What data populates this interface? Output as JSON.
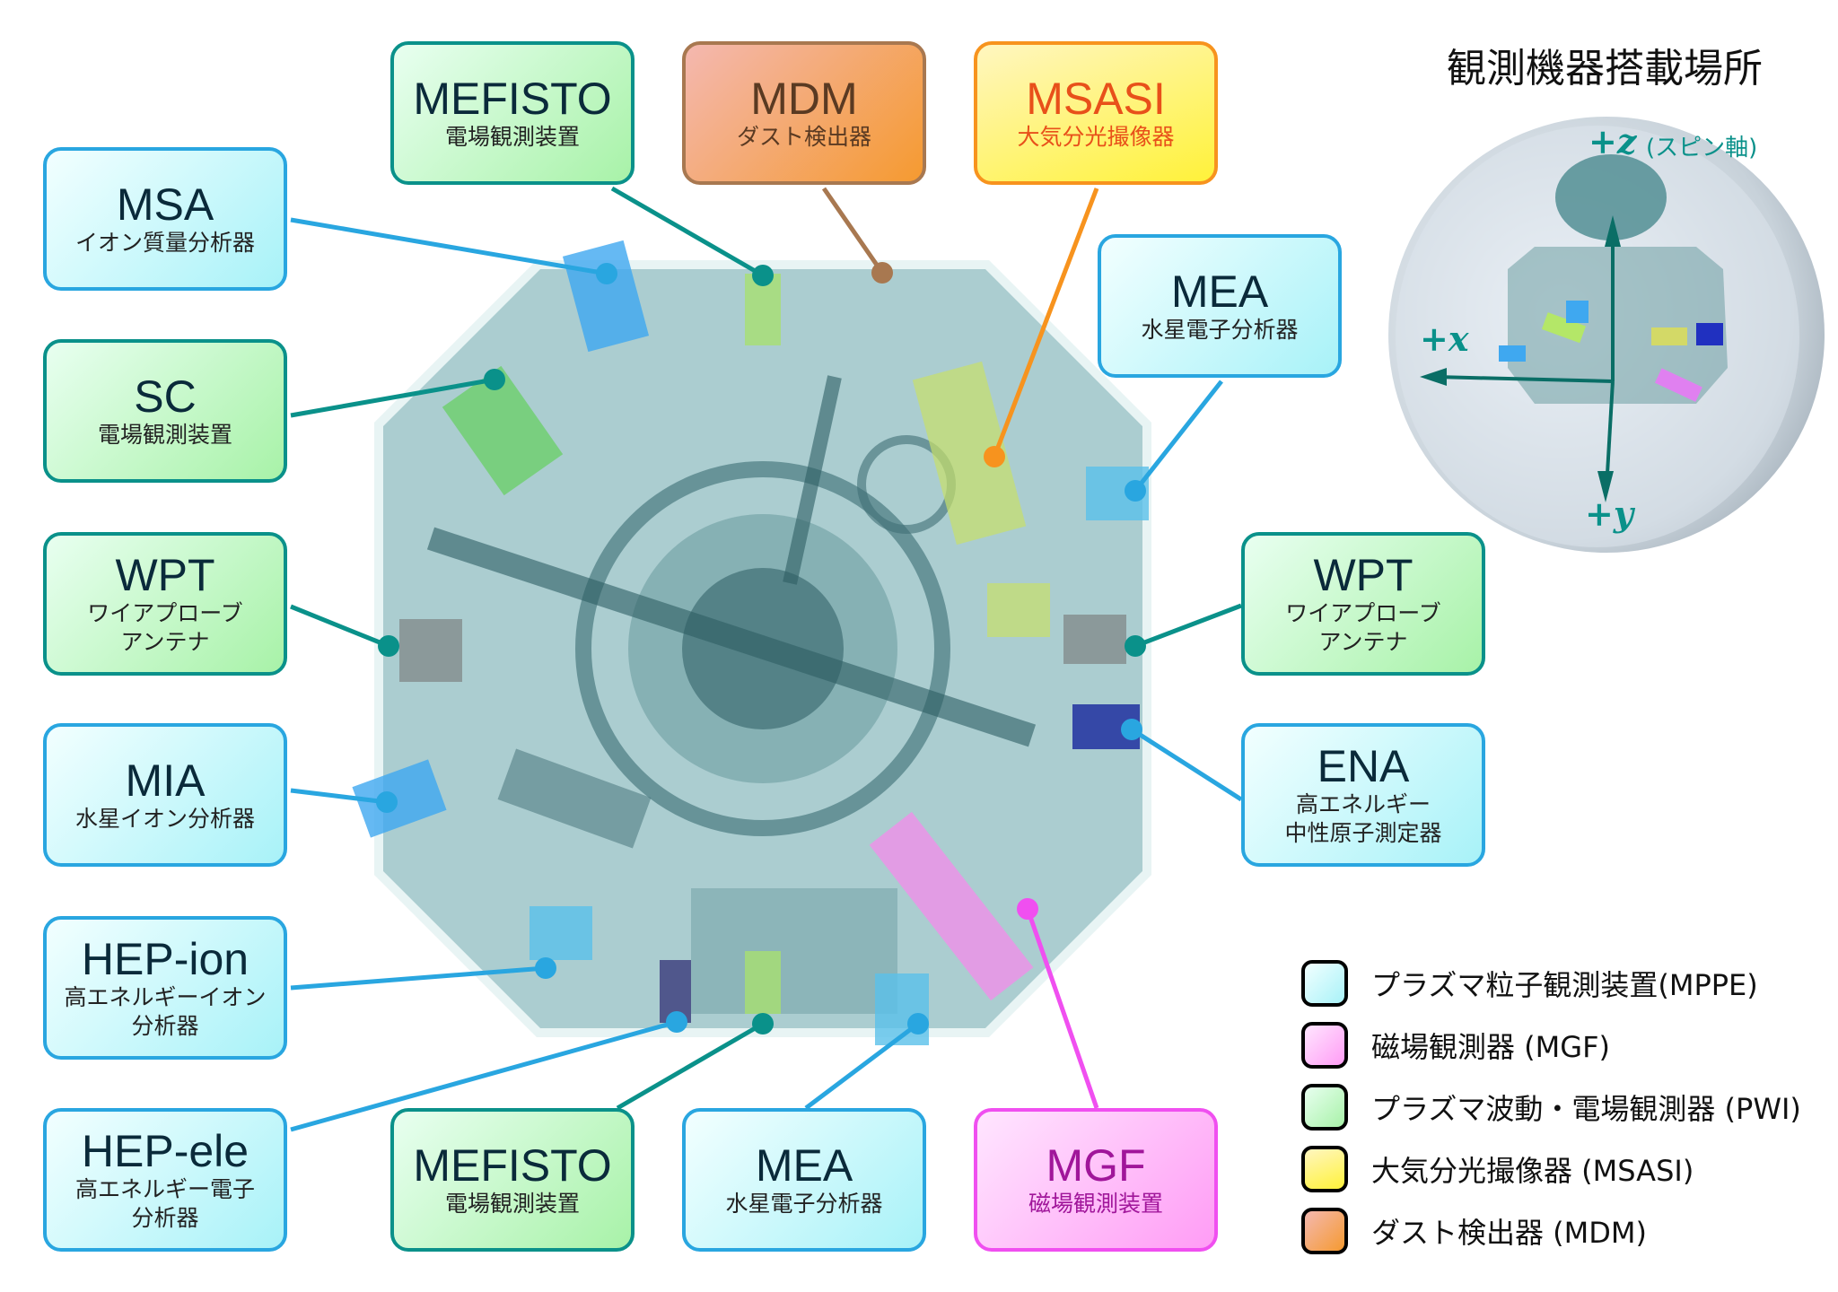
{
  "title": "観測機器搭載場所",
  "instruments": {
    "msa": {
      "name": "MSA",
      "desc": "イオン質量分析器"
    },
    "sc": {
      "name": "SC",
      "desc": "電場観測装置"
    },
    "wpt_left": {
      "name": "WPT",
      "desc": "ワイアプローブ\nアンテナ"
    },
    "mia": {
      "name": "MIA",
      "desc": "水星イオン分析器"
    },
    "hep_ion": {
      "name": "HEP-ion",
      "desc": "高エネルギーイオン\n分析器"
    },
    "hep_ele": {
      "name": "HEP-ele",
      "desc": "高エネルギー電子\n分析器"
    },
    "mefisto_top": {
      "name": "MEFISTO",
      "desc": "電場観測装置"
    },
    "mdm": {
      "name": "MDM",
      "desc": "ダスト検出器"
    },
    "msasi": {
      "name": "MSASI",
      "desc": "大気分光撮像器"
    },
    "mea_right": {
      "name": "MEA",
      "desc": "水星電子分析器"
    },
    "wpt_right": {
      "name": "WPT",
      "desc": "ワイアプローブ\nアンテナ"
    },
    "ena": {
      "name": "ENA",
      "desc": "高エネルギー\n中性原子測定器"
    },
    "mefisto_bottom": {
      "name": "MEFISTO",
      "desc": "電場観測装置"
    },
    "mea_bottom": {
      "name": "MEA",
      "desc": "水星電子分析器"
    },
    "mgf": {
      "name": "MGF",
      "desc": "磁場観測装置"
    }
  },
  "legend": [
    {
      "label": "プラズマ粒子観測装置(MPPE)",
      "color": "#29a6e0"
    },
    {
      "label": "磁場観測器 (MGF)",
      "color": "#f04ff0"
    },
    {
      "label": "プラズマ波動・電場観測器 (PWI)",
      "color": "#0a918a"
    },
    {
      "label": "大気分光撮像器 (MSASI)",
      "color": "#f7931e"
    },
    {
      "label": "ダスト検出器 (MDM)",
      "color": "#a87850"
    }
  ],
  "axes": {
    "z": "+z",
    "z_note": "(スピン軸)",
    "x": "+x",
    "y": "+y"
  },
  "colors": {
    "mppe": "#29a6e0",
    "mgf": "#f04ff0",
    "pwi": "#0a918a",
    "msasi": "#f7931e",
    "mdm": "#a87850"
  }
}
